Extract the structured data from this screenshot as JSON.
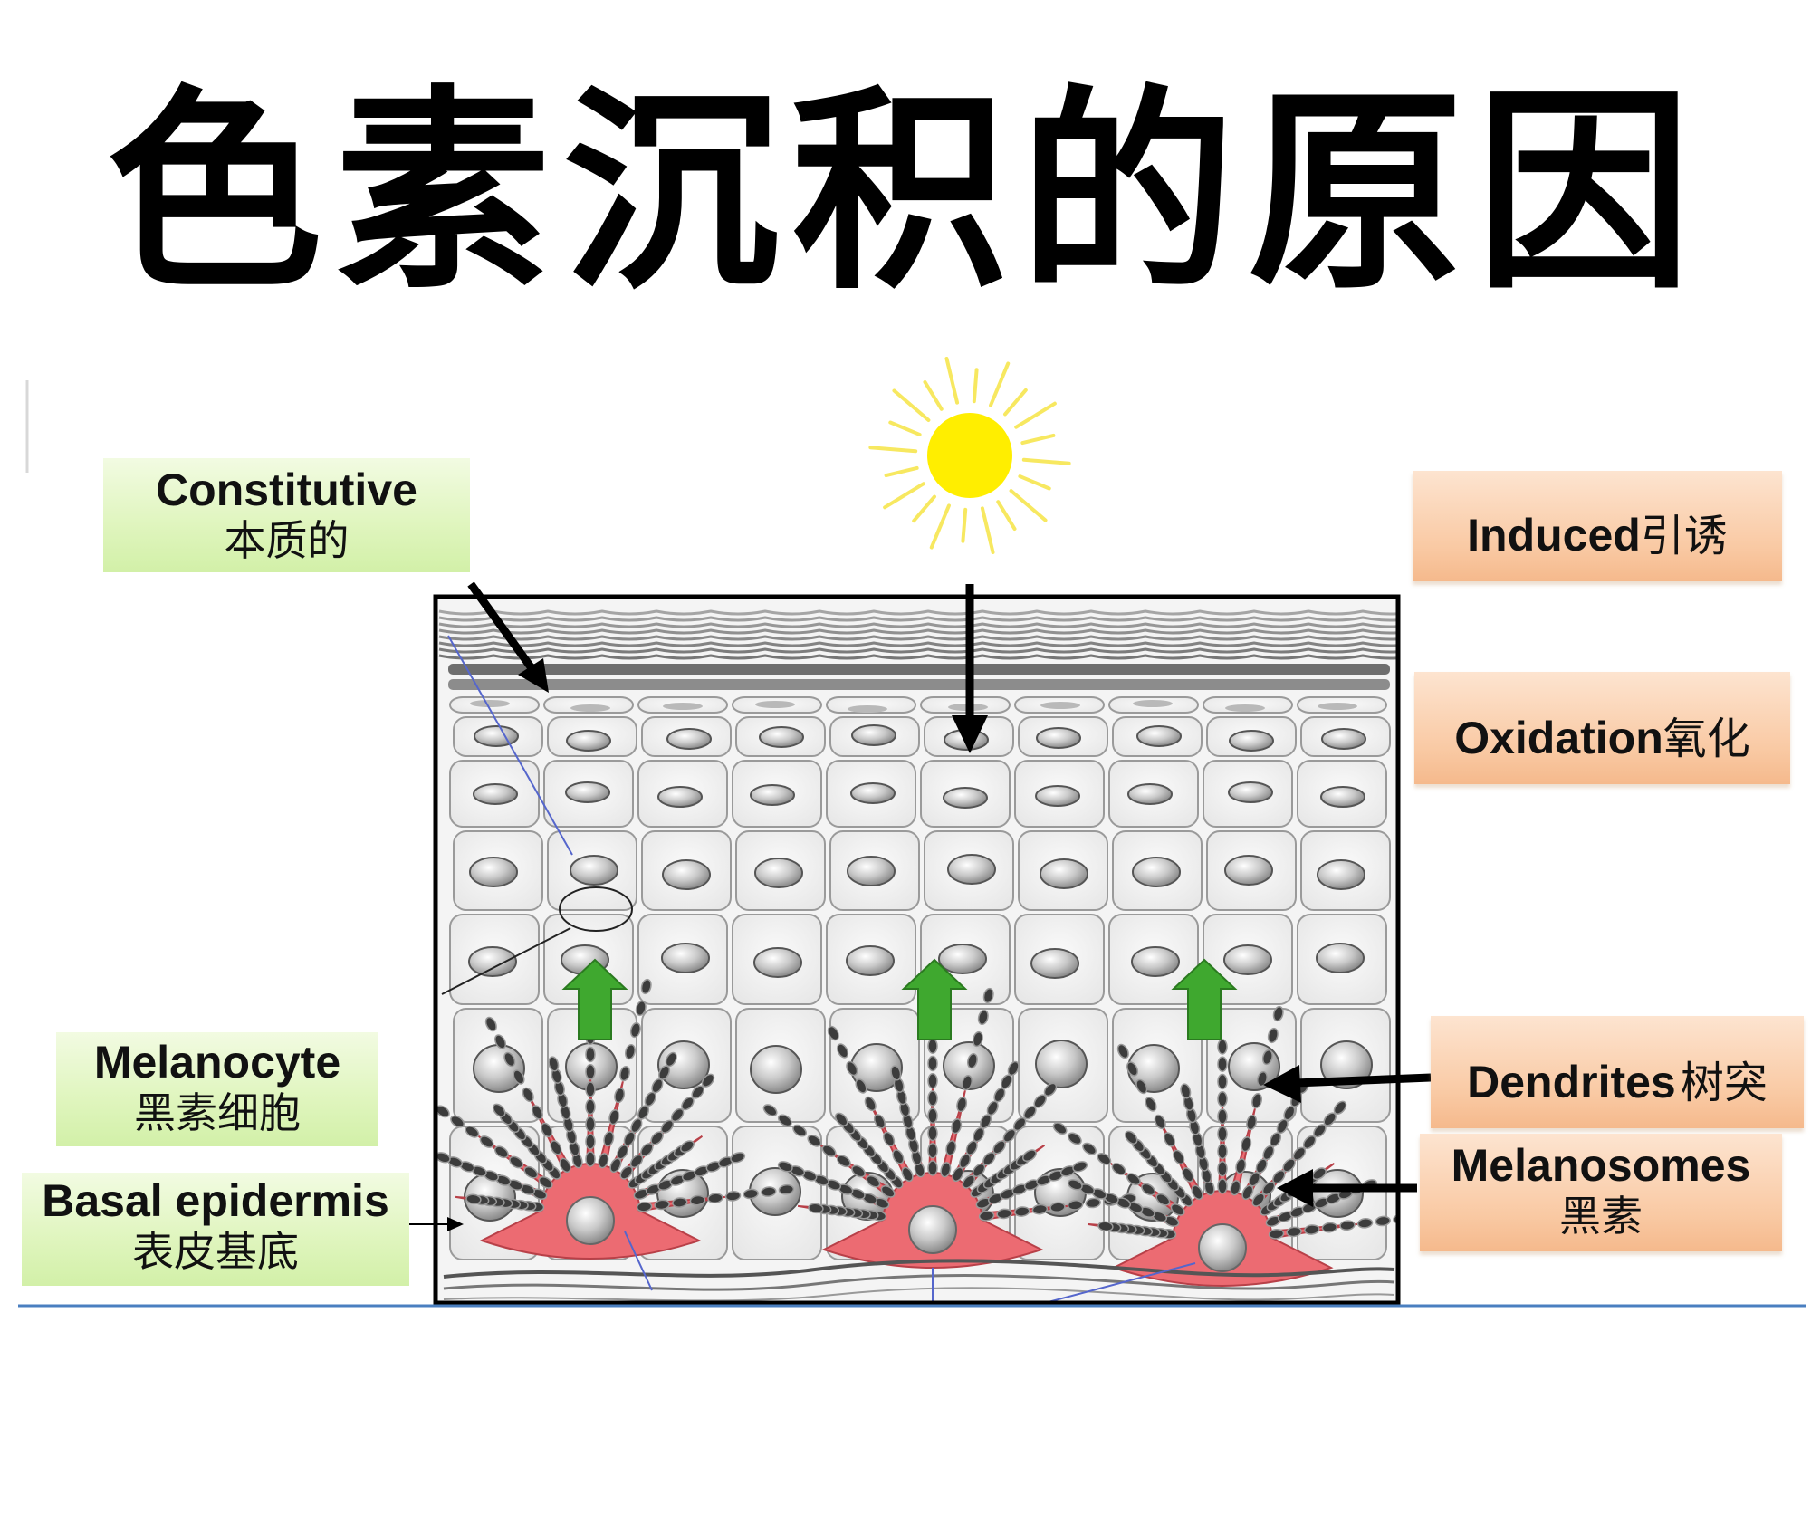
{
  "title": "色素沉积的原因",
  "labels": {
    "constitutive": {
      "en": "Constitutive",
      "zh": "本质的"
    },
    "induced": {
      "en": "Induced",
      "zh": "引诱"
    },
    "oxidation": {
      "en": "Oxidation",
      "zh": "氧化"
    },
    "melanocyte": {
      "en": "Melanocyte",
      "zh": "黑素细胞"
    },
    "basal": {
      "en": "Basal epidermis",
      "zh": "表皮基底"
    },
    "dendrites": {
      "en": "Dendrites",
      "zh": "树突"
    },
    "melanosomes": {
      "en": "Melanosomes",
      "zh": "黑素"
    }
  },
  "colors": {
    "sun": "#ffee00",
    "sun_rays": "#f7e860",
    "melanocyte": "#ec6b72",
    "arrow_up": "#3fa82f",
    "green_label": "#d9f3b4",
    "orange_label": "#f8c39a",
    "baseline": "#4a7fc0"
  }
}
